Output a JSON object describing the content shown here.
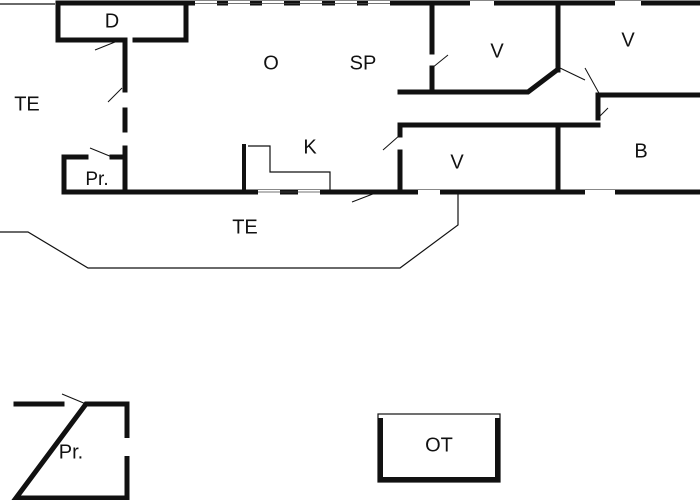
{
  "rooms": {
    "d": "D",
    "o": "O",
    "sp": "SP",
    "v1": "V",
    "v2": "V",
    "v3": "V",
    "k": "K",
    "b": "B",
    "te_left": "TE",
    "te_bottom": "TE",
    "pr_small": "Pr.",
    "pr_annex": "Pr.",
    "ot": "OT"
  },
  "colors": {
    "wall": "#111111",
    "background": "#ffffff"
  }
}
